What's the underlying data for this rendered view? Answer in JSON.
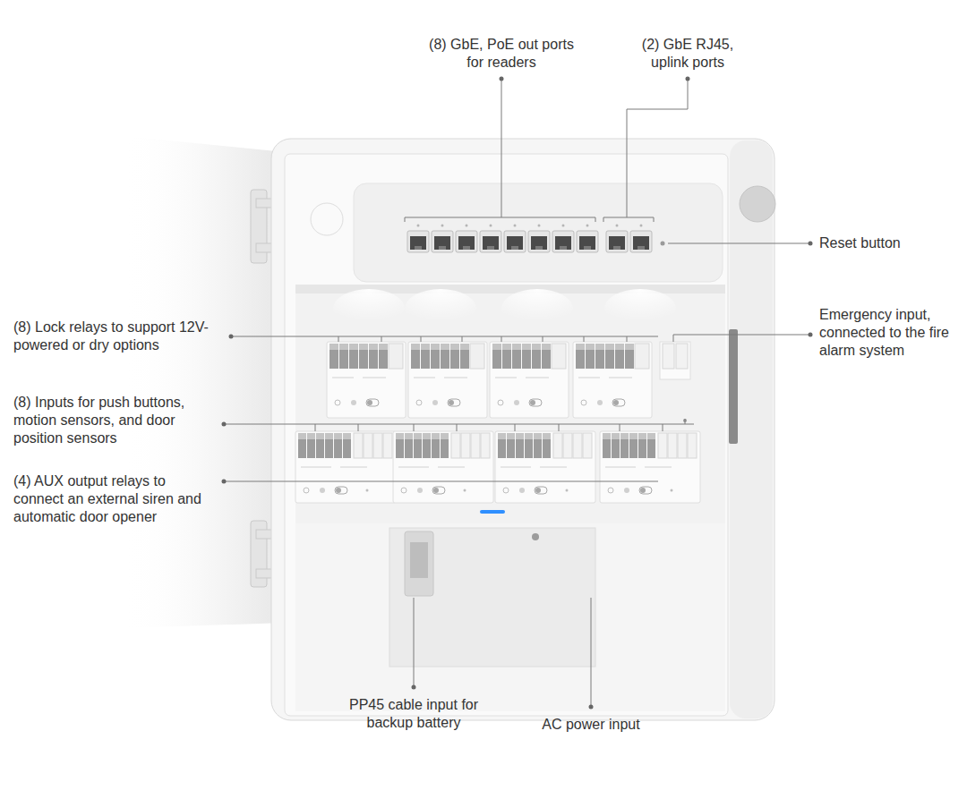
{
  "diagram": {
    "labels": [
      "(8) GbE, PoE out ports for readers",
      "(2) GbE RJ45, uplink ports",
      "Reset button",
      "(8) Lock relays to support 12V-powered or dry options",
      "Emergency input, connected to the fire alarm system",
      "(8) Inputs for push buttons, motion sensors, and door position sensors",
      "(4) AUX output relays to connect an external siren and automatic door opener",
      "PP45 cable input for backup battery",
      "AC power input"
    ]
  }
}
